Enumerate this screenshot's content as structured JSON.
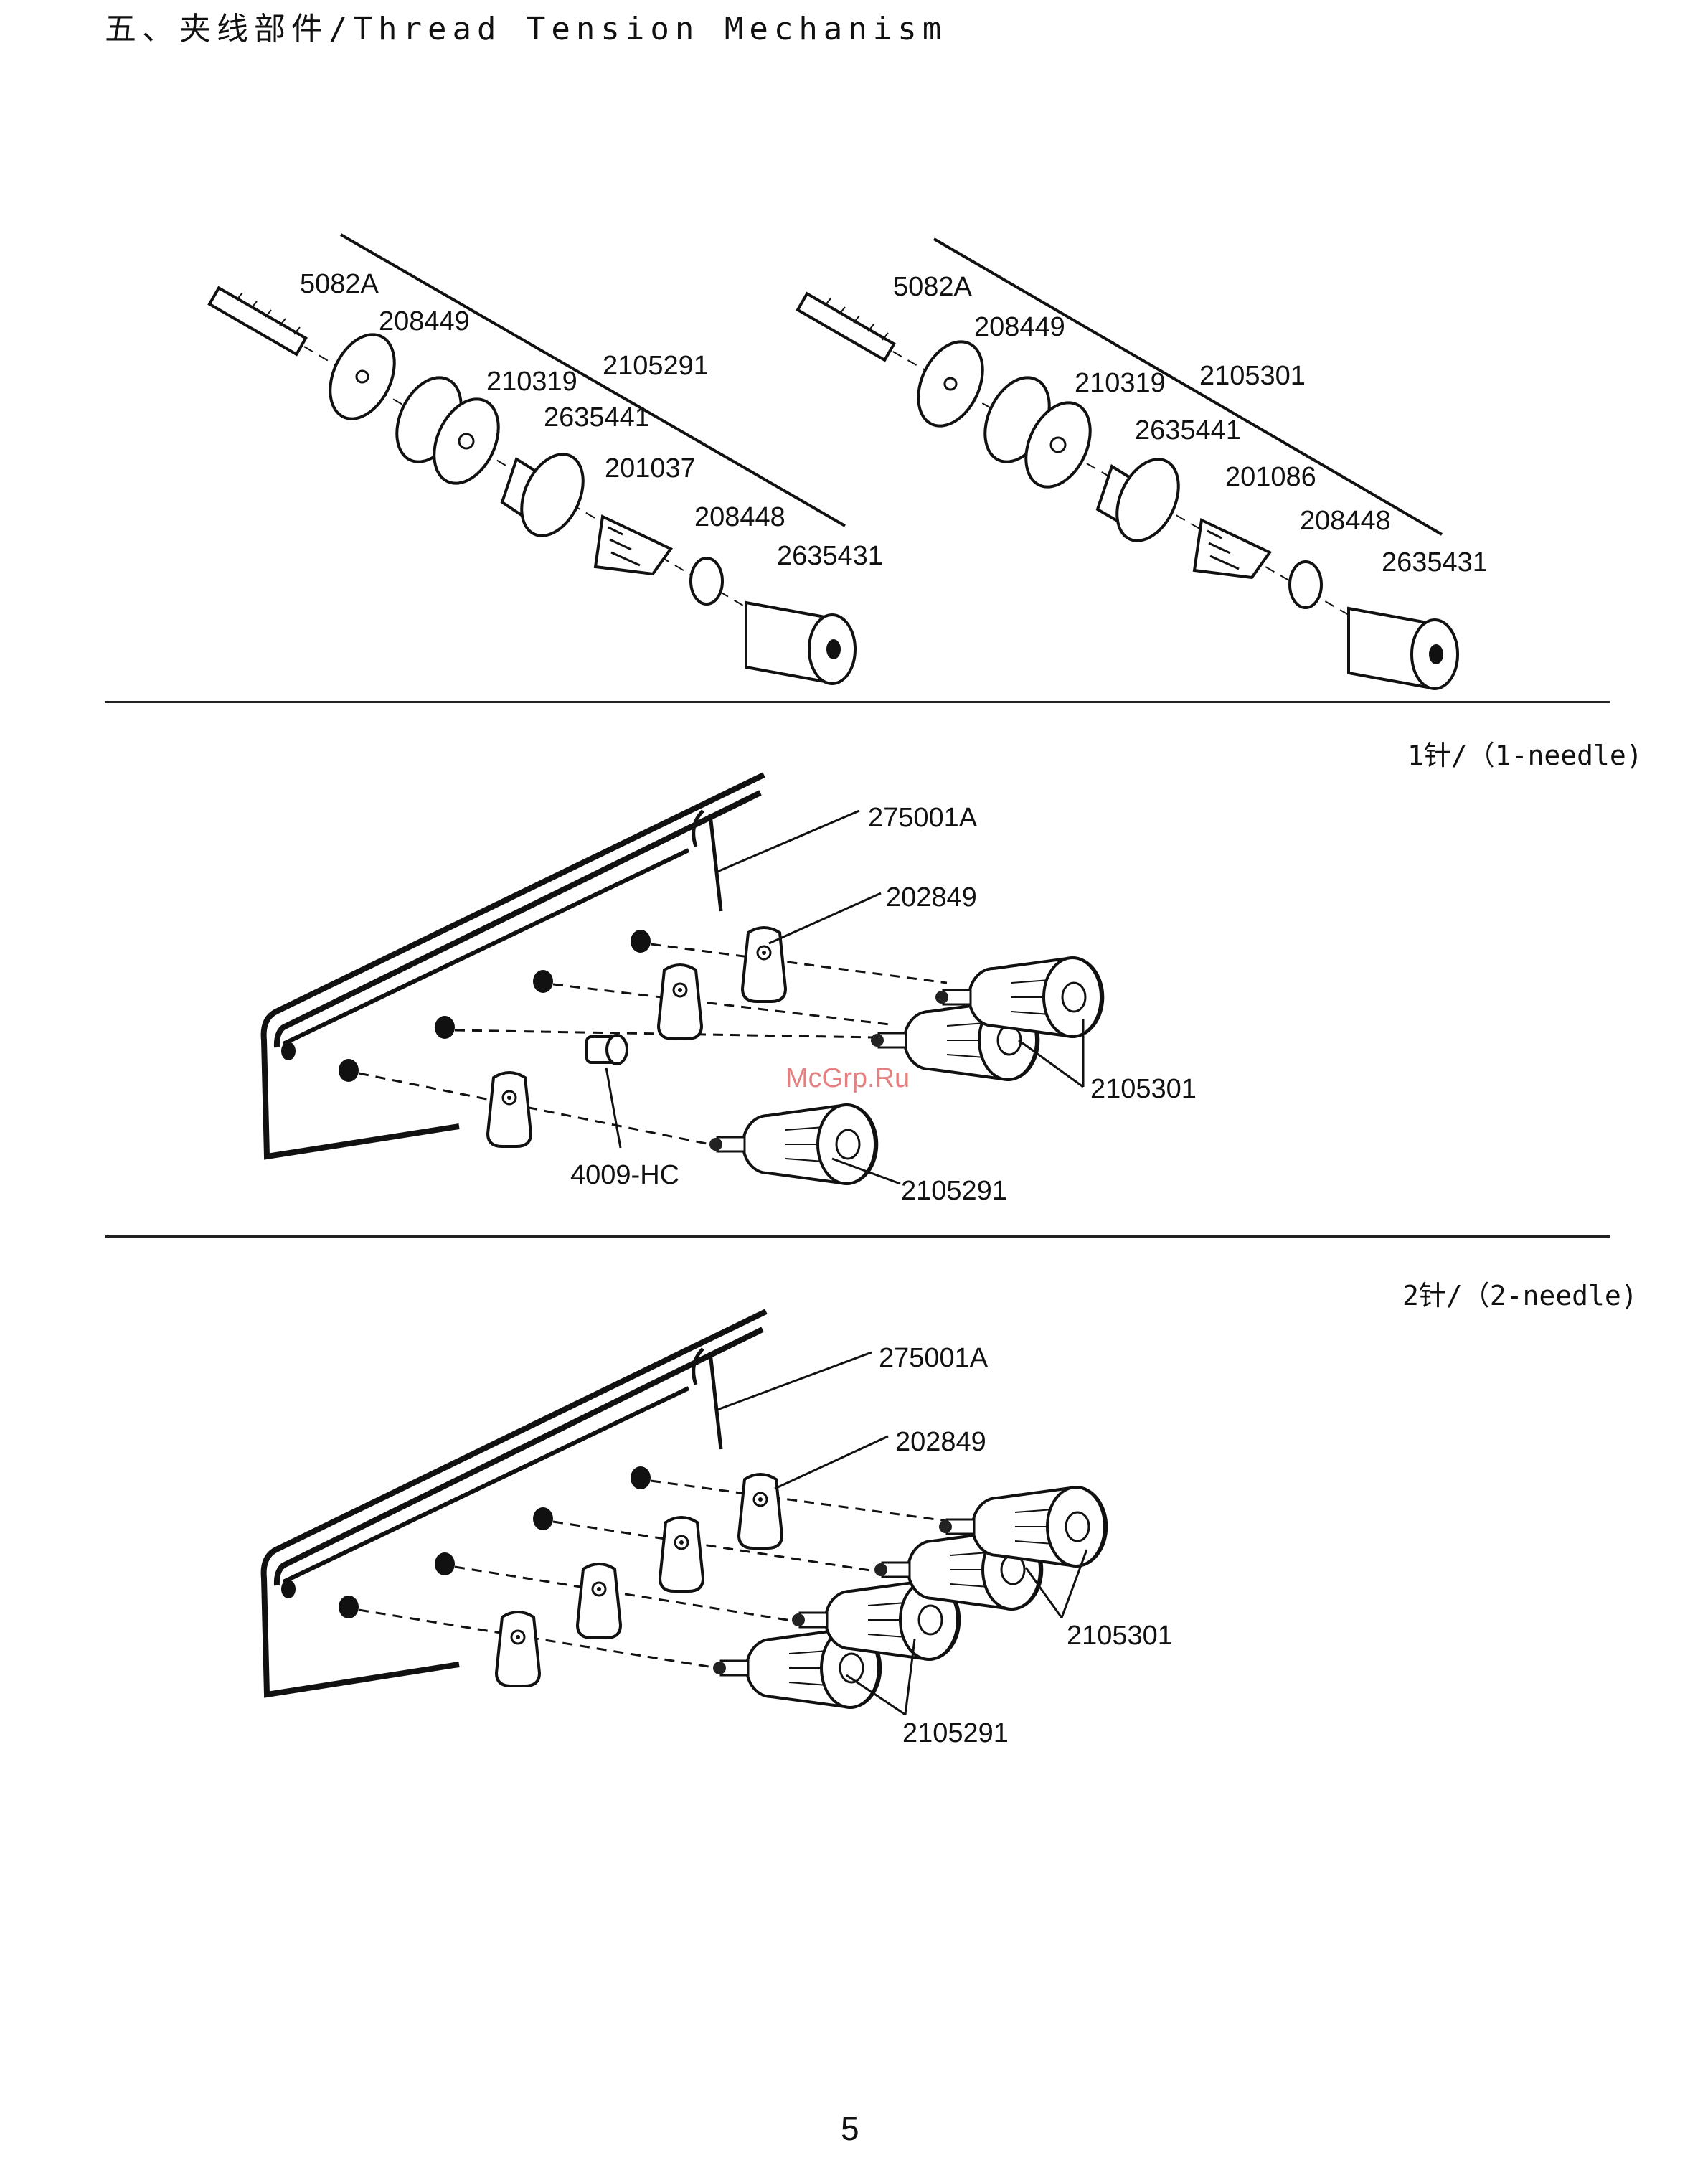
{
  "header": {
    "title": "五、夹线部件/Thread Tension Mechanism"
  },
  "exploded_left": {
    "labels": {
      "stud": "5082A",
      "washer": "208449",
      "disc": "210319",
      "assembly": "2105291",
      "cup": "2635441",
      "spring": "201037",
      "ring": "208448",
      "nut": "2635431"
    }
  },
  "exploded_right": {
    "labels": {
      "stud": "5082A",
      "washer": "208449",
      "disc": "210319",
      "assembly": "2105301",
      "cup": "2635441",
      "spring": "201086",
      "ring": "208448",
      "nut": "2635431"
    }
  },
  "one_needle": {
    "variant_label": "1针/（1-needle)",
    "labels": {
      "plate": "275001A",
      "bracket": "202849",
      "screw": "4009-HC",
      "tension_upper": "2105301",
      "tension_lower": "2105291"
    }
  },
  "two_needle": {
    "variant_label": "2针/（2-needle)",
    "labels": {
      "plate": "275001A",
      "bracket": "202849",
      "tension_upper": "2105301",
      "tension_lower": "2105291"
    }
  },
  "watermark": "McGrp.Ru",
  "footer": {
    "page_number": "5"
  }
}
